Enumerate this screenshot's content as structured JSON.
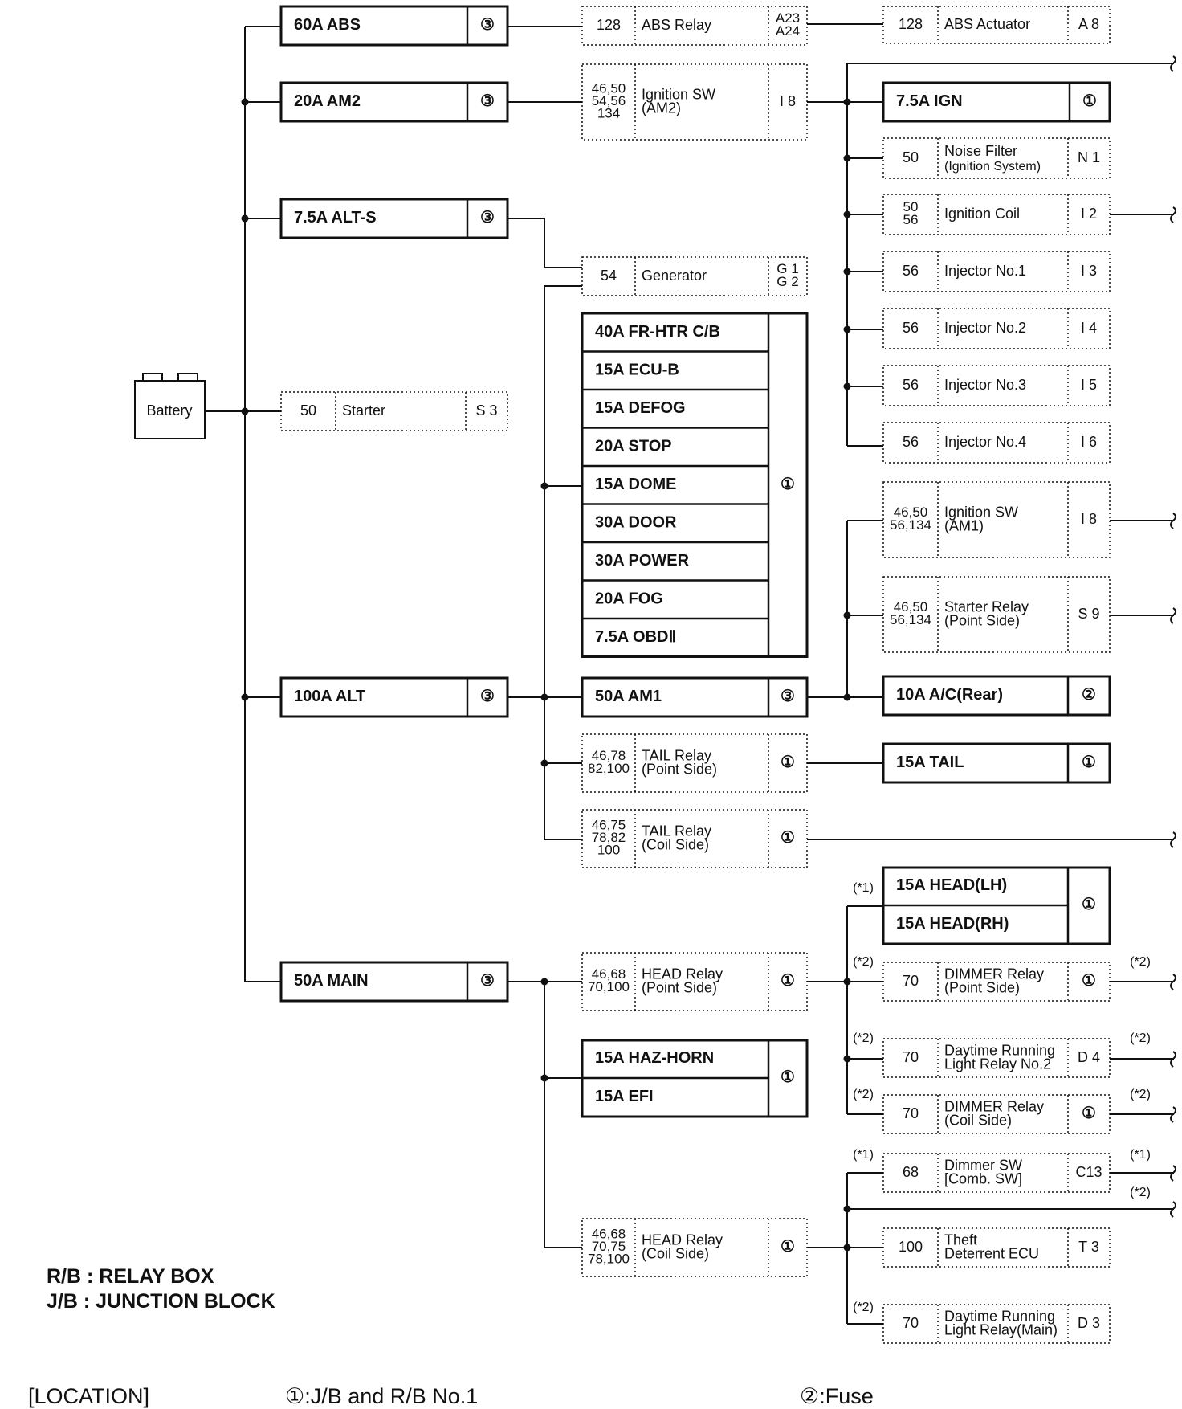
{
  "battery": {
    "label": "Battery"
  },
  "fusible_links": [
    {
      "id": "abs",
      "label": "60A ABS",
      "loc": "③"
    },
    {
      "id": "am2",
      "label": "20A AM2",
      "loc": "③"
    },
    {
      "id": "alts",
      "label": "7.5A ALT-S",
      "loc": "③"
    },
    {
      "id": "alt",
      "label": "100A ALT",
      "loc": "③"
    },
    {
      "id": "main",
      "label": "50A MAIN",
      "loc": "③"
    }
  ],
  "starter": {
    "page": "50",
    "name": "Starter",
    "code": "S 3"
  },
  "abs_chain": {
    "relay": {
      "page": "128",
      "name": "ABS Relay",
      "code": "A23\nA24"
    },
    "actuator": {
      "page": "128",
      "name": "ABS Actuator",
      "code": "A 8"
    }
  },
  "ignition_am2": {
    "page": "46,50\n54,56\n134",
    "name": "Ignition SW\n(AM2)",
    "code": "I 8"
  },
  "ign_fuse": {
    "label": "7.5A IGN",
    "loc": "①"
  },
  "ign_branch": [
    {
      "page": "50",
      "name": "Noise Filter",
      "sub": "(Ignition System)",
      "code": "N 1"
    },
    {
      "page": "50\n56",
      "name": "Ignition Coil",
      "code": "I 2"
    },
    {
      "page": "56",
      "name": "Injector No.1",
      "code": "I 3"
    },
    {
      "page": "56",
      "name": "Injector No.2",
      "code": "I 4"
    },
    {
      "page": "56",
      "name": "Injector No.3",
      "code": "I 5"
    },
    {
      "page": "56",
      "name": "Injector No.4",
      "code": "I 6"
    }
  ],
  "generator": {
    "page": "54",
    "name": "Generator",
    "code": "G 1\nG 2"
  },
  "jb_fuses": {
    "loc": "①",
    "items": [
      "40A FR-HTR C/B",
      "15A ECU-B",
      "15A DEFOG",
      "20A STOP",
      "15A DOME",
      "30A DOOR",
      "30A POWER",
      "20A FOG",
      "7.5A OBDⅡ"
    ]
  },
  "am1_fuse": {
    "label": "50A AM1",
    "loc": "③"
  },
  "am1_branch": {
    "ignition_am1": {
      "page": "46,50\n56,134",
      "name": "Ignition SW\n(AM1)",
      "code": "I 8"
    },
    "starter_relay": {
      "page": "46,50\n56,134",
      "name": "Starter Relay\n(Point Side)",
      "code": "S 9"
    },
    "ac_rear": {
      "label": "10A A/C(Rear)",
      "loc": "②"
    }
  },
  "tail_point": {
    "page": "46,78\n82,100",
    "name": "TAIL Relay\n(Point Side)",
    "loc": "①"
  },
  "tail_fuse": {
    "label": "15A TAIL",
    "loc": "①"
  },
  "tail_coil": {
    "page": "46,75\n78,82\n100",
    "name": "TAIL Relay\n(Coil Side)",
    "loc": "①"
  },
  "head_point": {
    "page": "46,68\n70,100",
    "name": "HEAD Relay\n(Point Side)",
    "loc": "①"
  },
  "head_fuses": {
    "items": [
      "15A HEAD(LH)",
      "15A HEAD(RH)"
    ],
    "loc": "①"
  },
  "head_branch": [
    {
      "page": "70",
      "name": "DIMMER Relay\n(Point Side)",
      "code": "①",
      "note_left": "(*2)",
      "note_right": "(*2)"
    },
    {
      "page": "70",
      "name": "Daytime Running\nLight Relay No.2",
      "code": "D 4",
      "note_left": "(*2)",
      "note_right": "(*2)"
    },
    {
      "page": "70",
      "name": "DIMMER Relay\n(Coil Side)",
      "code": "①",
      "note_left": "(*2)",
      "note_right": "(*2)"
    }
  ],
  "head_fuse_note": "(*1)",
  "haz_efi": {
    "items": [
      "15A HAZ-HORN",
      "15A EFI"
    ],
    "loc": "①"
  },
  "head_coil": {
    "page": "46,68\n70,75\n78,100",
    "name": "HEAD Relay\n(Coil Side)",
    "loc": "①"
  },
  "coil_branch": {
    "dimmer_sw": {
      "page": "68",
      "name": "Dimmer SW\n[Comb. SW]",
      "code": "C13",
      "note_left": "(*1)",
      "note_right": "(*1)"
    },
    "line_note": "(*2)",
    "theft": {
      "page": "100",
      "name": "Theft\nDeterrent ECU",
      "code": "T 3"
    },
    "drl_main": {
      "page": "70",
      "name": "Daytime Running\nLight Relay(Main)",
      "code": "D 3",
      "note_left": "(*2)"
    }
  },
  "legend": {
    "rb": "R/B : RELAY BOX",
    "jb": "J/B :  JUNCTION BLOCK"
  },
  "location": {
    "title": "[LOCATION]",
    "one": "①:J/B and R/B No.1",
    "two": "②:Fuse"
  }
}
